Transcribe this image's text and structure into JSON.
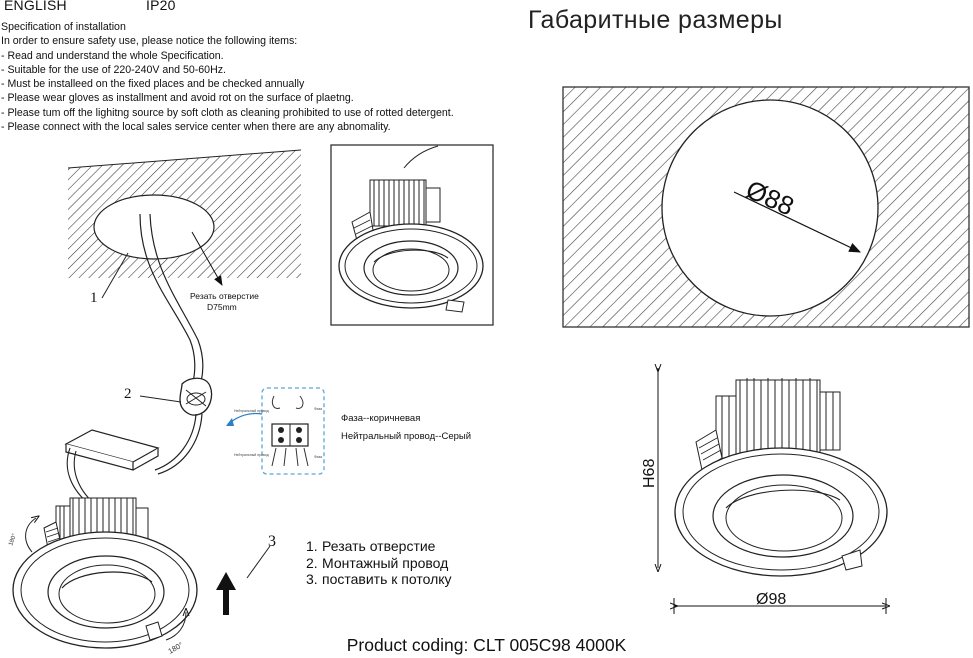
{
  "header": {
    "language": "ENGLISH",
    "ip_rating": "IP20"
  },
  "specification": {
    "title": "Specification of installation",
    "intro": "In order to ensure safety use, please notice the following items:",
    "items": [
      "- Read and understand the whole Specification.",
      "- Suitable for the use of 220-240V and 50-60Hz.",
      "- Must be installeed on the fixed places and be checked annually",
      "- Please wear gloves as installment and avoid rot on the surface of plaetng.",
      "- Please tum off the lighitng source by soft cloth as cleaning prohibited to use of rotted detergent.",
      "- Please connect with the local sales service center when there are any abnomality."
    ]
  },
  "installation_diagram": {
    "callout_1": "1",
    "callout_2": "2",
    "callout_3": "3",
    "cut_hole_label": "Резать отверстие",
    "cut_hole_size": "D75mm",
    "rotation_label": "180°"
  },
  "wiring": {
    "phase": "Фаза--коричневая",
    "neutral": "Нейтральный провод--Серый"
  },
  "steps": [
    {
      "num": "1.",
      "text": "Резать отверстие"
    },
    {
      "num": "2.",
      "text": "Монтажный провод"
    },
    {
      "num": "3.",
      "text": "поставить к потолку"
    }
  ],
  "dimensions": {
    "title": "Габаритные размеры",
    "cutout_diameter": "Ø88",
    "height": "H68",
    "outer_diameter": "Ø98"
  },
  "footer": {
    "product_coding": "Product coding: CLT 005C98 4000K"
  },
  "colors": {
    "line": "#222222",
    "wiring_frame": "#5aa8d8",
    "wiring_arrow": "#2a7fc8"
  }
}
